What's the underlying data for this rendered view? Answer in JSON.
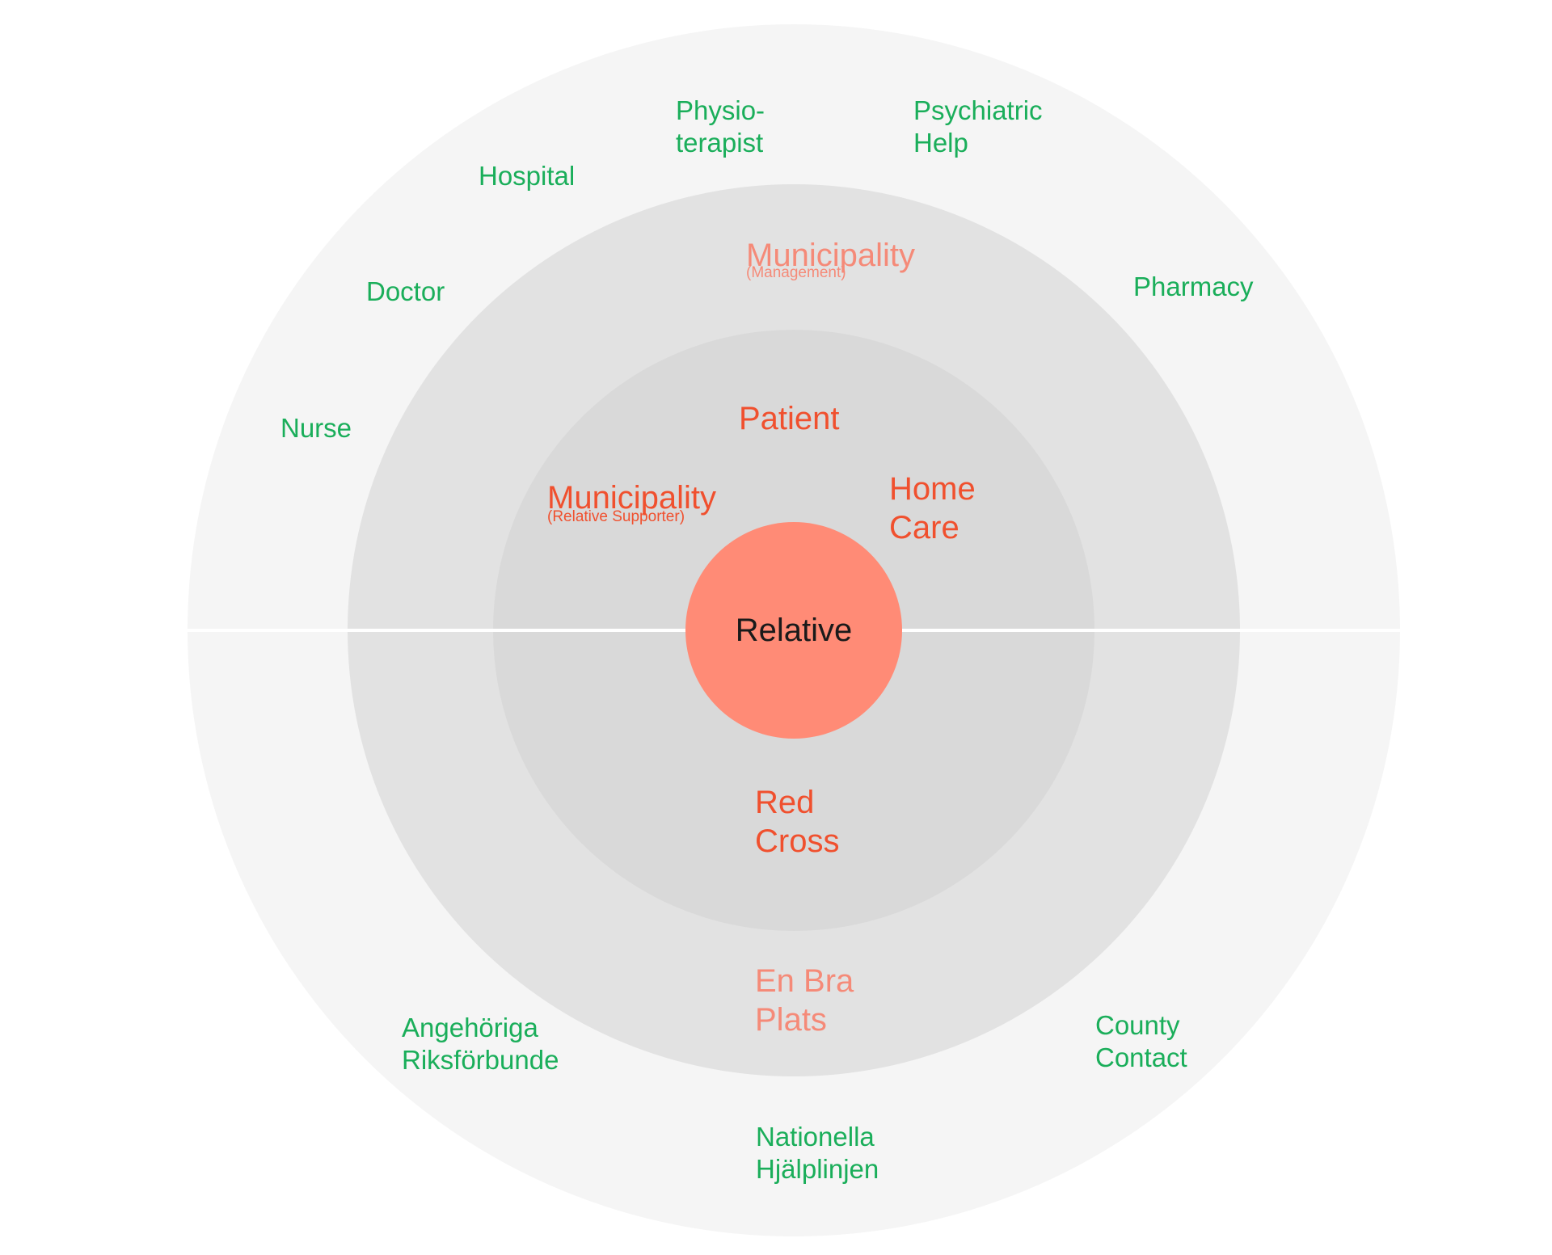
{
  "center": {
    "label": "Relative"
  },
  "inner_ring": {
    "patient": "Patient",
    "municipality": {
      "title": "Municipality",
      "subtitle": "(Relative Supporter)"
    },
    "home_care": [
      "Home",
      "Care"
    ],
    "red_cross": [
      "Red",
      "Cross"
    ]
  },
  "middle_ring": {
    "municipality": {
      "title": "Municipality",
      "subtitle": "(Management)"
    },
    "en_bra_plats": [
      "En Bra",
      "Plats"
    ]
  },
  "outer_ring": {
    "hospital": "Hospital",
    "physioterapist": [
      "Physio-",
      "terapist"
    ],
    "psychiatric_help": [
      "Psychiatric",
      "Help"
    ],
    "doctor": "Doctor",
    "pharmacy": "Pharmacy",
    "nurse": "Nurse",
    "angehoriga": [
      "Angehöriga",
      "Riksförbunde"
    ],
    "county_contact": [
      "County",
      "Contact"
    ],
    "nationella": [
      "Nationella",
      "Hjälplinjen"
    ]
  },
  "colors": {
    "outer_ring": "#f5f5f5",
    "middle_ring": "#e2e2e2",
    "inner_ring": "#d9d9d9",
    "center": "#ff8b76",
    "green_text": "#1aae5a",
    "red_text": "#f0502e",
    "salmon_text": "#f58a78"
  }
}
